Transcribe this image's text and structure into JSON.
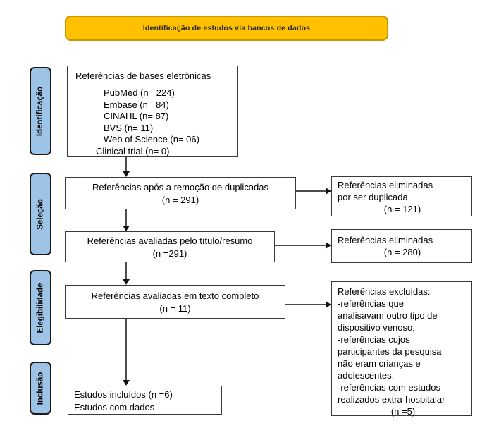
{
  "banner": {
    "label": "Identificação de estudos via bancos de dados"
  },
  "sidebar": {
    "stages": [
      {
        "label": "Identificação"
      },
      {
        "label": "Seleção"
      },
      {
        "label": "Elegibilidade"
      },
      {
        "label": "Inclusão"
      }
    ]
  },
  "flow": {
    "sources": {
      "title": "Referências de bases eletrônicas",
      "items": [
        "PubMed (n= 224)",
        "Embase (n= 84)",
        "CINAHL (n= 87)",
        "BVS (n= 11)",
        "Web of Science (n= 06)",
        "Clinical trial (n= 0)"
      ]
    },
    "dedup": {
      "line1": "Referências após a remoção de duplicadas",
      "line2": "(n = 291)"
    },
    "title_abstract": {
      "line1": "Referências avaliadas pelo título/resumo",
      "line2": "(n =291)"
    },
    "full_text": {
      "line1": "Referências avaliadas em texto completo",
      "line2": "(n = 11)"
    },
    "included": {
      "line1": "Estudos incluídos (n =6)",
      "line2": "Estudos com dados"
    }
  },
  "exclusions": {
    "duplicates": {
      "line1": "Referências eliminadas",
      "line2": "por ser duplicada",
      "count": "(n = 121)"
    },
    "screened": {
      "line1": "Referências eliminadas",
      "count": "(n = 280)"
    },
    "full_text": {
      "title": "Referências excluídas:",
      "lines": [
        "-referências que",
        "analisavam outro tipo de",
        "dispositivo venoso;",
        "-referências cujos",
        "participantes da pesquisa",
        "não eram crianças e",
        "adolescentes;",
        "-referências com estudos",
        "realizados extra-hospitalar"
      ],
      "count": "(n =5)"
    }
  },
  "colors": {
    "banner_fill": "#FFC000",
    "banner_border": "#C99700",
    "stage_fill": "#9DC3E6",
    "box_border": "#3a3a3a",
    "arrow": "#4d4d4d"
  }
}
